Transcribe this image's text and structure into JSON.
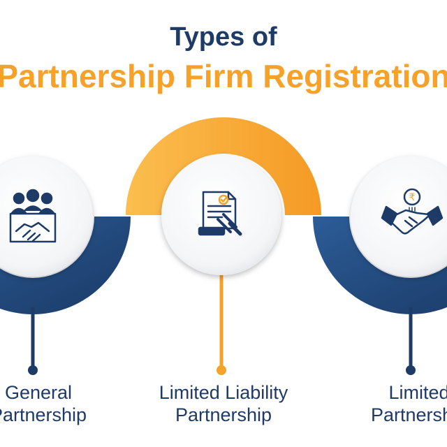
{
  "heading": {
    "line1": "Types of",
    "line2": "Partnership Firm Registration"
  },
  "types": [
    {
      "line1": "General",
      "line2": "Partnership",
      "icon": "team-handshake-icon"
    },
    {
      "line1": "Limited Liability",
      "line2": "Partnership",
      "icon": "legal-document-gavel-icon"
    },
    {
      "line1": "Limited",
      "line2": "Partnership",
      "icon": "rupee-handshake-icon"
    }
  ],
  "colors": {
    "navy": "#1d3b66",
    "blue": "#2b5d99",
    "orange": "#f6a129"
  }
}
